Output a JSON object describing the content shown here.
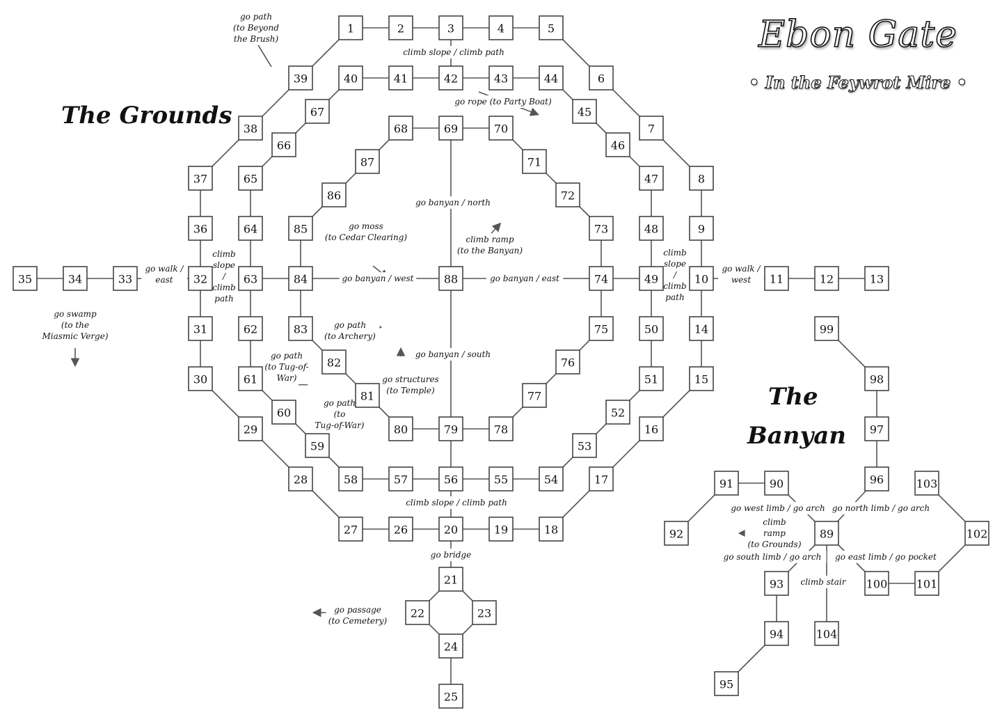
{
  "title": {
    "main": "Ebon Gate",
    "subtitle": "• In the Feywrot Mire •"
  },
  "regions": {
    "grounds": "The Grounds",
    "banyan_line1": "The",
    "banyan_line2": "Banyan"
  },
  "rooms": [
    "1",
    "2",
    "3",
    "4",
    "5",
    "6",
    "7",
    "8",
    "9",
    "10",
    "11",
    "12",
    "13",
    "14",
    "15",
    "16",
    "17",
    "18",
    "19",
    "20",
    "21",
    "22",
    "23",
    "24",
    "25",
    "26",
    "27",
    "28",
    "29",
    "30",
    "31",
    "32",
    "33",
    "34",
    "35",
    "36",
    "37",
    "38",
    "39",
    "40",
    "41",
    "42",
    "43",
    "44",
    "45",
    "46",
    "47",
    "48",
    "49",
    "50",
    "51",
    "52",
    "53",
    "54",
    "55",
    "56",
    "57",
    "58",
    "59",
    "60",
    "61",
    "62",
    "63",
    "64",
    "65",
    "66",
    "67",
    "68",
    "69",
    "70",
    "71",
    "72",
    "73",
    "74",
    "75",
    "76",
    "77",
    "78",
    "79",
    "80",
    "81",
    "82",
    "83",
    "84",
    "85",
    "86",
    "87",
    "88",
    "89",
    "90",
    "91",
    "92",
    "93",
    "94",
    "95",
    "96",
    "97",
    "98",
    "99",
    "100",
    "101",
    "102",
    "103",
    "104"
  ],
  "labels": [
    [
      "go path",
      "(to Beyond",
      "the Brush)"
    ],
    [
      "climb slope / climb path"
    ],
    [
      "go rope (to Party Boat)"
    ],
    [
      "go walk /",
      "east"
    ],
    [
      "climb",
      "slope",
      "/",
      "climb",
      "path"
    ],
    [
      "go swamp",
      "(to the",
      "Miasmic Verge)"
    ],
    [
      "go moss",
      "(to Cedar Clearing)"
    ],
    [
      "go banyan / north"
    ],
    [
      "climb ramp",
      "(to the Banyan)"
    ],
    [
      "go banyan / west"
    ],
    [
      "go banyan / east"
    ],
    [
      "climb",
      "slope",
      "/",
      "climb",
      "path"
    ],
    [
      "go walk /",
      "west"
    ],
    [
      "go path",
      "(to Archery)"
    ],
    [
      "go banyan / south"
    ],
    [
      "go path",
      "(to Tug-of-",
      "War)"
    ],
    [
      "go structures",
      "(to Temple)"
    ],
    [
      "go path",
      "(to",
      "Tug-of-War)"
    ],
    [
      "climb slope / climb path"
    ],
    [
      "go bridge"
    ],
    [
      "go passage",
      "(to Cemetery)"
    ],
    [
      "go west limb / go arch"
    ],
    [
      "go north limb / go arch"
    ],
    [
      "climb",
      "ramp",
      "(to Grounds)"
    ],
    [
      "go south limb / go arch"
    ],
    [
      "go east limb / go pocket"
    ],
    [
      "climb stair"
    ]
  ]
}
